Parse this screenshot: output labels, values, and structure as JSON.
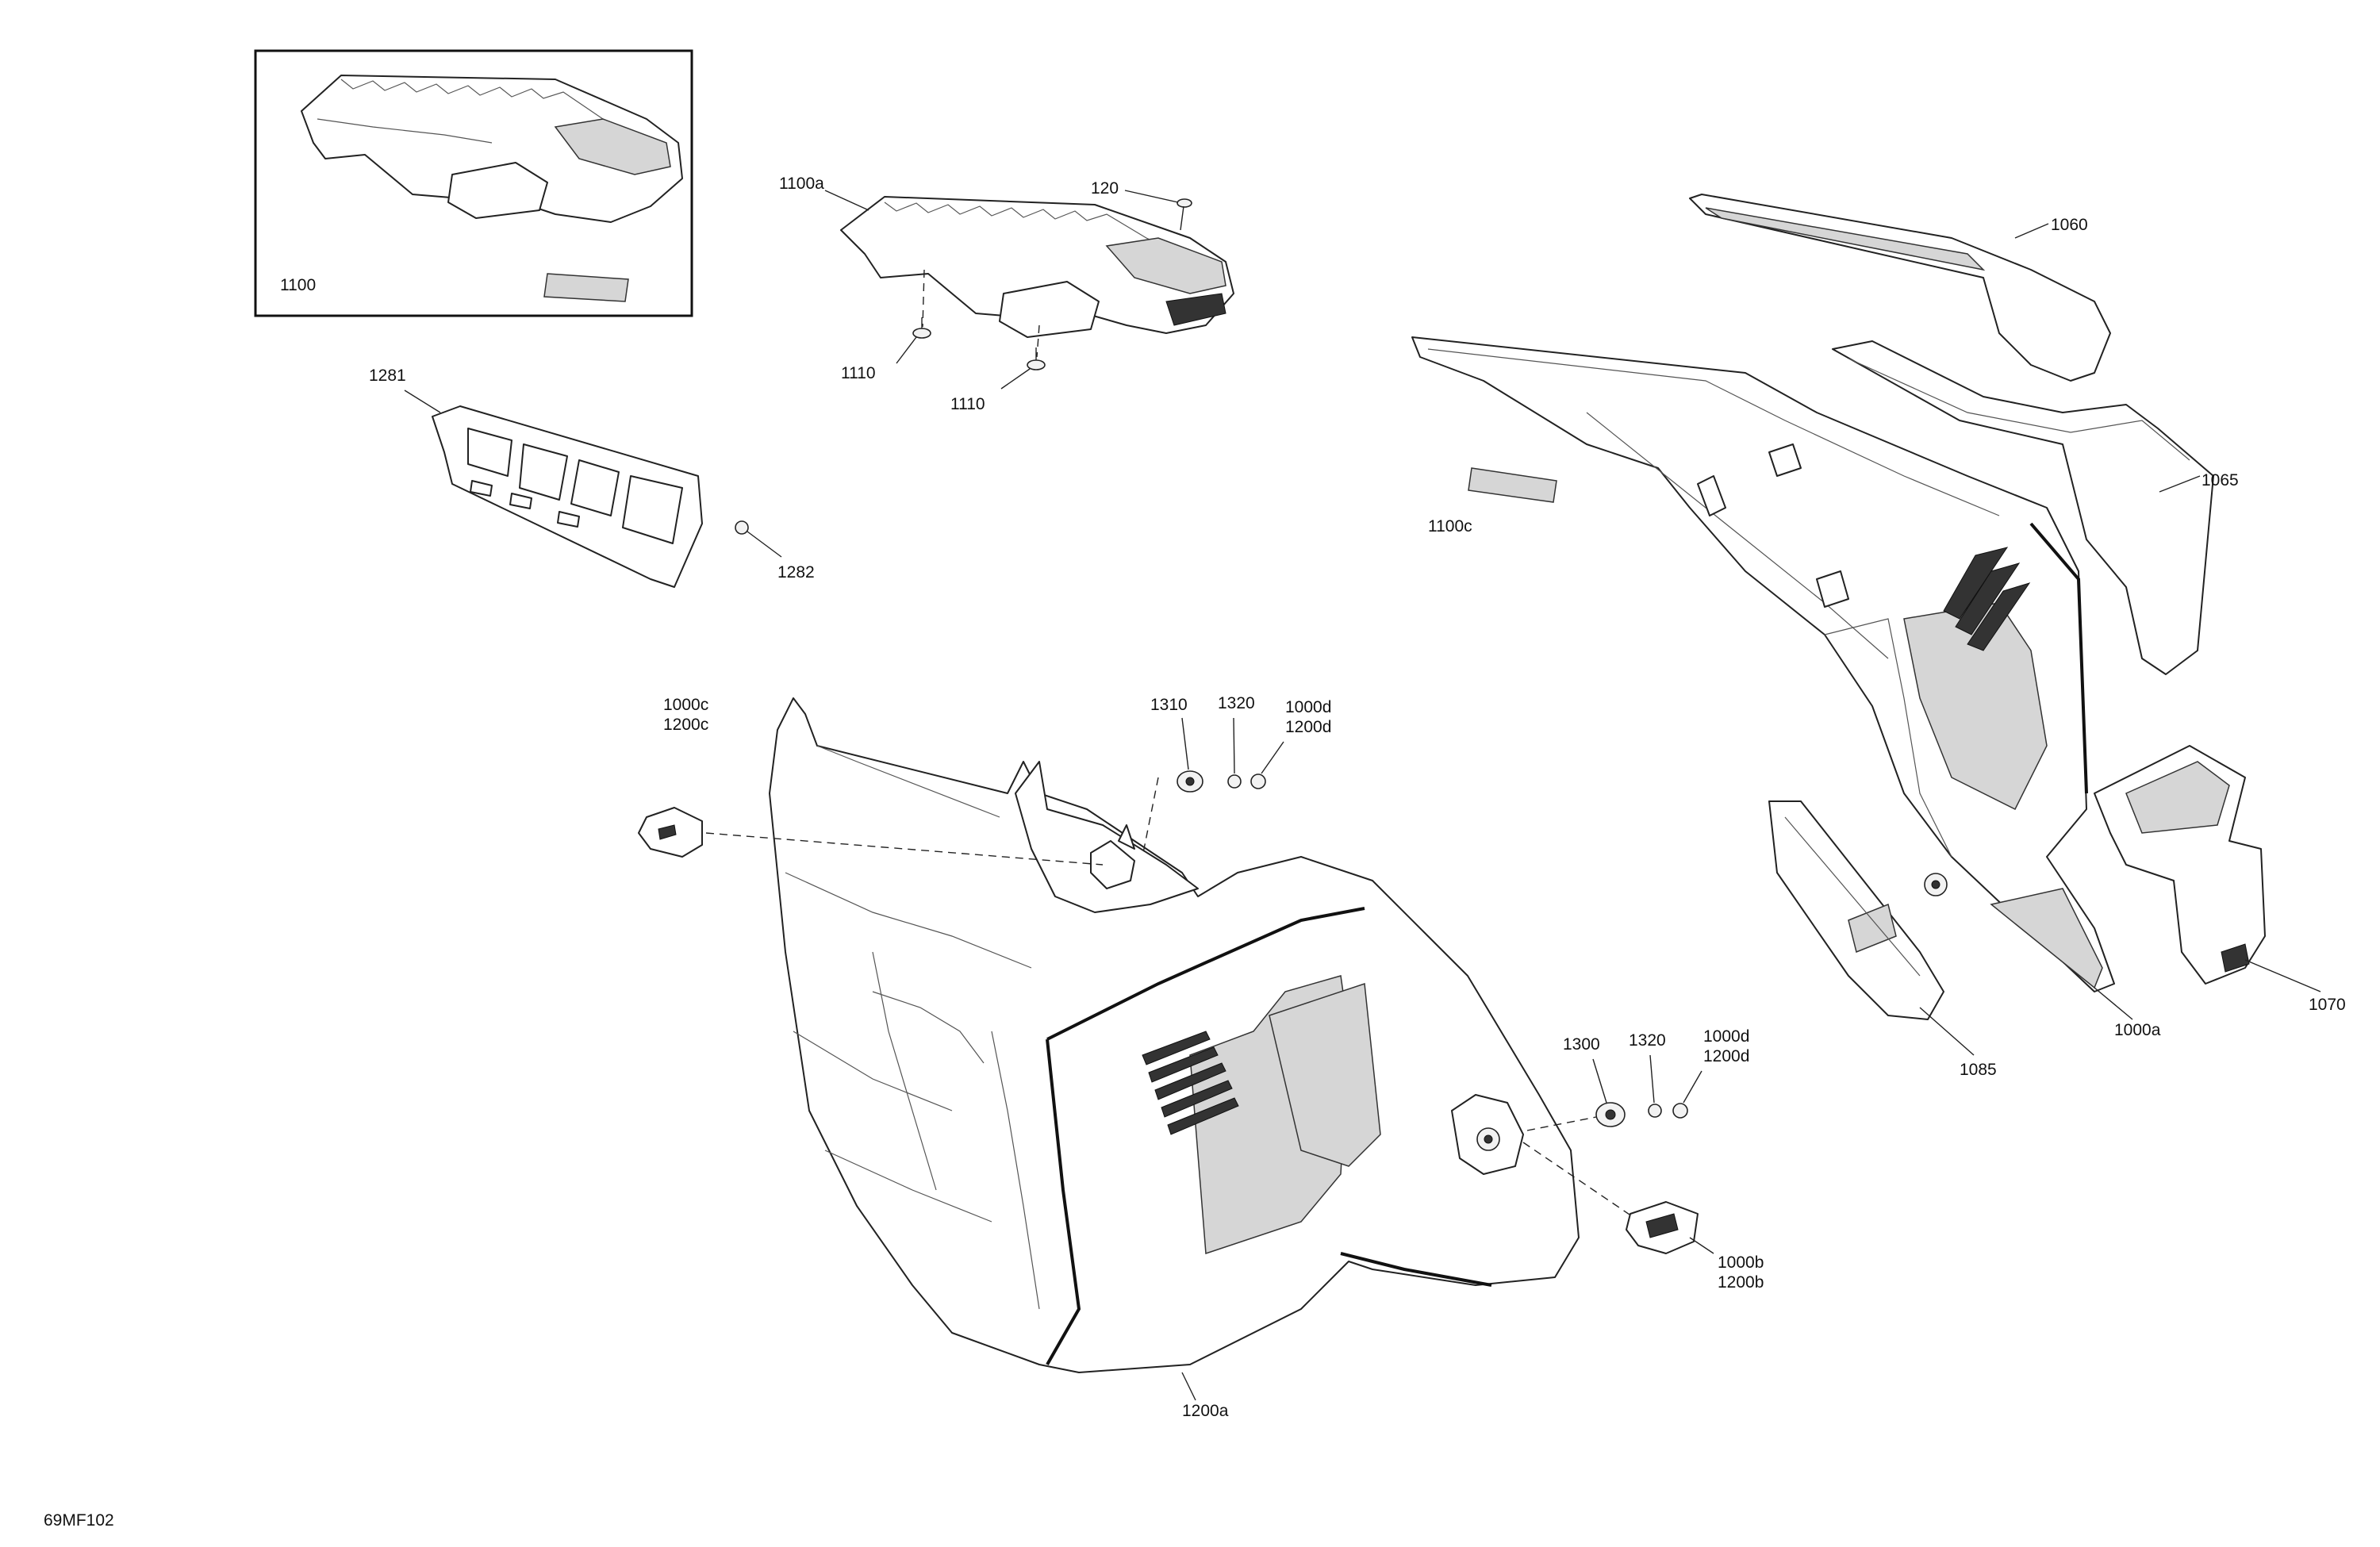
{
  "diagram_code": "69MF102",
  "callouts": {
    "c1100": "1100",
    "c1100a": "1100a",
    "c120": "120",
    "c1110a": "1110",
    "c1110b": "1110",
    "c1281": "1281",
    "c1282": "1282",
    "c1060": "1060",
    "c1065": "1065",
    "c1100c": "1100c",
    "c1000c": "1000c",
    "c1200c": "1200c",
    "c1310": "1310",
    "c1320a": "1320",
    "c1000d_a": "1000d",
    "c1200d_a": "1200d",
    "c1300": "1300",
    "c1320b": "1320",
    "c1000d_b": "1000d",
    "c1200d_b": "1200d",
    "c1000b": "1000b",
    "c1200b": "1200b",
    "c1200a": "1200a",
    "c1085": "1085",
    "c1000a": "1000a",
    "c1070": "1070"
  }
}
